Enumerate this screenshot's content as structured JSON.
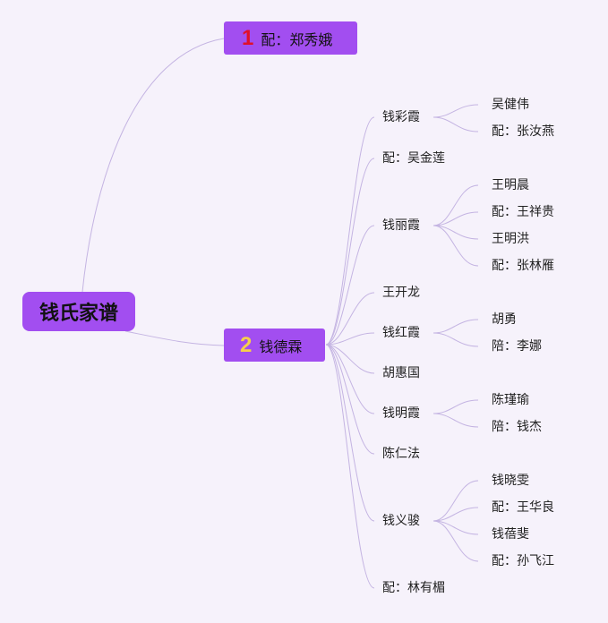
{
  "root": {
    "label": "钱氏家谱"
  },
  "colors": {
    "node_bg": "#a24ef0",
    "line": "#c4b4e2",
    "background": "#f6f2fb",
    "num1": "#e0102a",
    "num2": "#f6d04a"
  },
  "branches": [
    {
      "number": "1",
      "label": "配：郑秀娥"
    },
    {
      "number": "2",
      "label": "钱德霖",
      "children": [
        {
          "label": "钱彩霞",
          "children": [
            "吴健伟",
            "配：张汝燕"
          ]
        },
        {
          "label": "配：吴金莲"
        },
        {
          "label": "钱丽霞",
          "children": [
            "王明晨",
            "配：王祥贵",
            "王明洪",
            "配：张林雁"
          ]
        },
        {
          "label": "王开龙"
        },
        {
          "label": "钱红霞",
          "children": [
            "胡勇",
            "陪：李娜"
          ]
        },
        {
          "label": "胡惠国"
        },
        {
          "label": "钱明霞",
          "children": [
            "陈瑾瑜",
            "陪：钱杰"
          ]
        },
        {
          "label": "陈仁法"
        },
        {
          "label": "钱义骏",
          "children": [
            "钱晓雯",
            "配：王华良",
            "钱蓓斐",
            "配：孙飞江"
          ]
        },
        {
          "label": "配：林有楣"
        }
      ]
    }
  ]
}
